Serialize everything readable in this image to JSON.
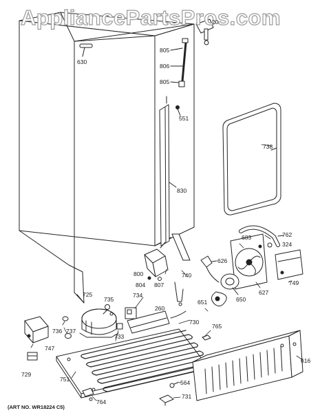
{
  "watermark": "AppliancePartsPros.com",
  "art_number": "(ART NO. WR18224 C5)",
  "parts": {
    "p630": "630",
    "p805a": "805",
    "p806": "806",
    "p805b": "805",
    "p551": "551",
    "p738": "738",
    "p830": "830",
    "p762": "762",
    "p683": "683",
    "p324": "324",
    "p626": "626",
    "p800": "800",
    "p804": "804",
    "p807": "807",
    "p740": "740",
    "p749": "749",
    "p627": "627",
    "p650": "650",
    "p651": "651",
    "p725": "725",
    "p735": "735",
    "p734": "734",
    "p260": "260",
    "p730": "730",
    "p765": "765",
    "p736": "736",
    "p737": "737",
    "p733": "733",
    "p747": "747",
    "p729": "729",
    "p751": "751",
    "p616": "616",
    "p564": "564",
    "p731": "731",
    "p764": "764",
    "p20x": "20"
  }
}
